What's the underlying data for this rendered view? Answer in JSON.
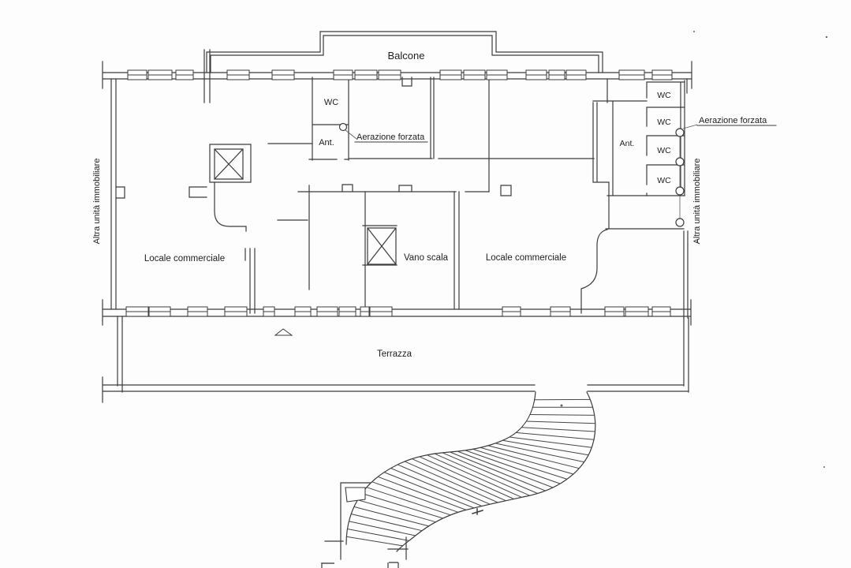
{
  "plan": {
    "balcony": {
      "label": "Balcone"
    },
    "terrace": {
      "label": "Terrazza"
    },
    "stairwell": {
      "label": "Vano scala"
    },
    "rooms": {
      "left_commercial": "Locale commerciale",
      "right_commercial": "Locale commerciale"
    },
    "center_block": {
      "wc": "WC",
      "anteroom": "Ant.",
      "forced_ventilation": "Aerazione forzata"
    },
    "right_block": {
      "wc_units": [
        "WC",
        "WC",
        "WC",
        "WC"
      ],
      "anteroom": "Ant.",
      "forced_ventilation": "Aerazione forzata"
    },
    "adjacent_units": {
      "left": "Altra unità immobiliare",
      "right": "Altra unità immobiliare"
    },
    "ink_color": "#3c3c3c",
    "paper_color": "#fdfdfd"
  }
}
